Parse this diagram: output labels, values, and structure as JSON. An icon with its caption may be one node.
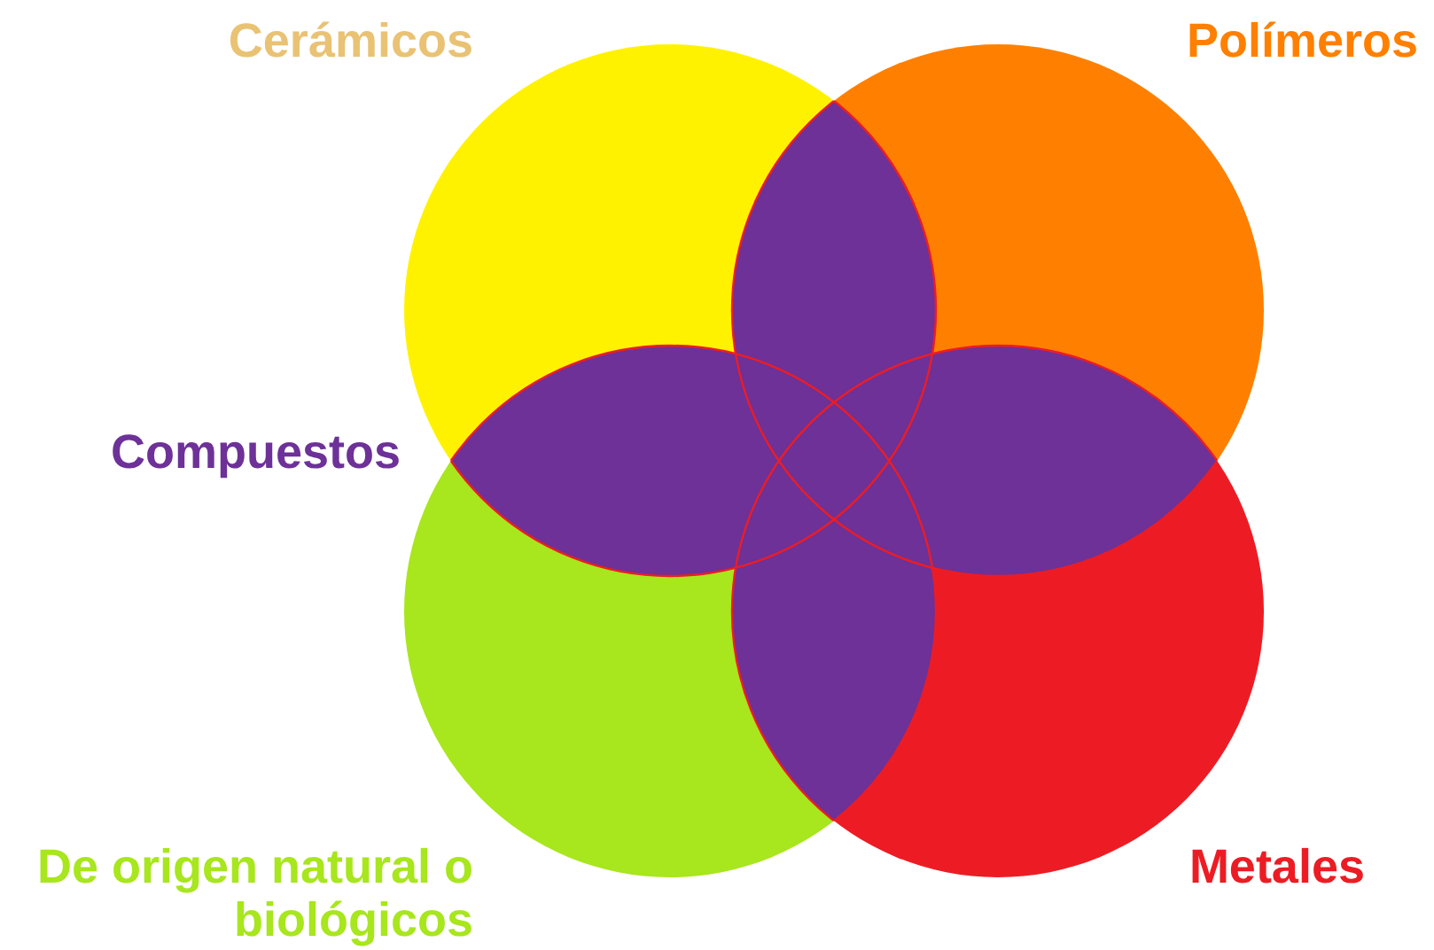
{
  "diagram": {
    "nodes": [
      {
        "text": [
          "Cerámicos"
        ]
      },
      {
        "text": [
          "Polímeros"
        ]
      },
      {
        "text": [
          "De origen natural o biológicos"
        ]
      },
      {
        "text": [
          "Metales"
        ]
      }
    ],
    "labels": [
      "Compuestos"
    ]
  }
}
